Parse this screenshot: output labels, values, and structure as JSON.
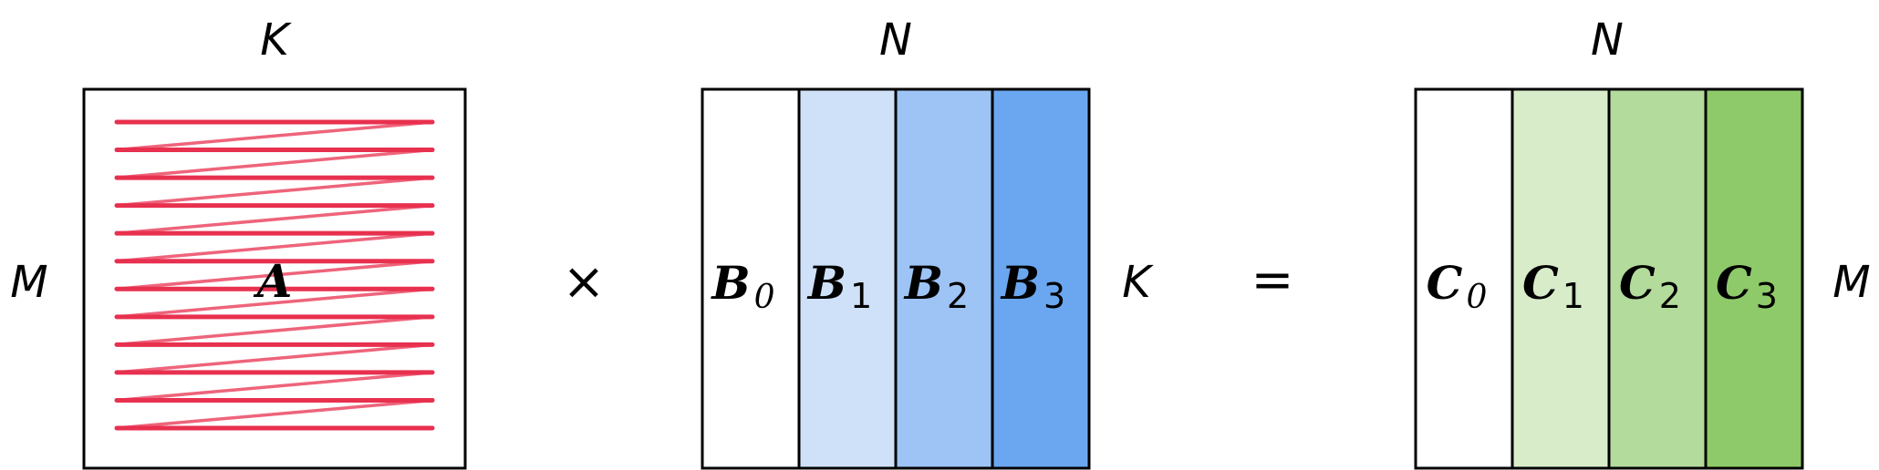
{
  "labels": {
    "a_k": "K",
    "a_m": "M",
    "b_n": "N",
    "b_k": "K",
    "c_n": "N",
    "c_m": "M"
  },
  "operators": {
    "times": "×",
    "equals": "="
  },
  "matrix_a": {
    "name": "A",
    "traversal_color": "#e8304f",
    "rows": 12
  },
  "matrix_b": {
    "name": "B",
    "blocks": [
      {
        "sub": "0",
        "sub_italic": true,
        "fill": "#ffffff"
      },
      {
        "sub": "1",
        "sub_italic": false,
        "fill": "#cfe1f9"
      },
      {
        "sub": "2",
        "sub_italic": false,
        "fill": "#9ec3f5"
      },
      {
        "sub": "3",
        "sub_italic": false,
        "fill": "#6aa7f0"
      }
    ]
  },
  "matrix_c": {
    "name": "C",
    "blocks": [
      {
        "sub": "0",
        "sub_italic": true,
        "fill": "#ffffff"
      },
      {
        "sub": "1",
        "sub_italic": false,
        "fill": "#d8ecca"
      },
      {
        "sub": "2",
        "sub_italic": false,
        "fill": "#b3db9b"
      },
      {
        "sub": "3",
        "sub_italic": false,
        "fill": "#8fca6a"
      }
    ]
  }
}
